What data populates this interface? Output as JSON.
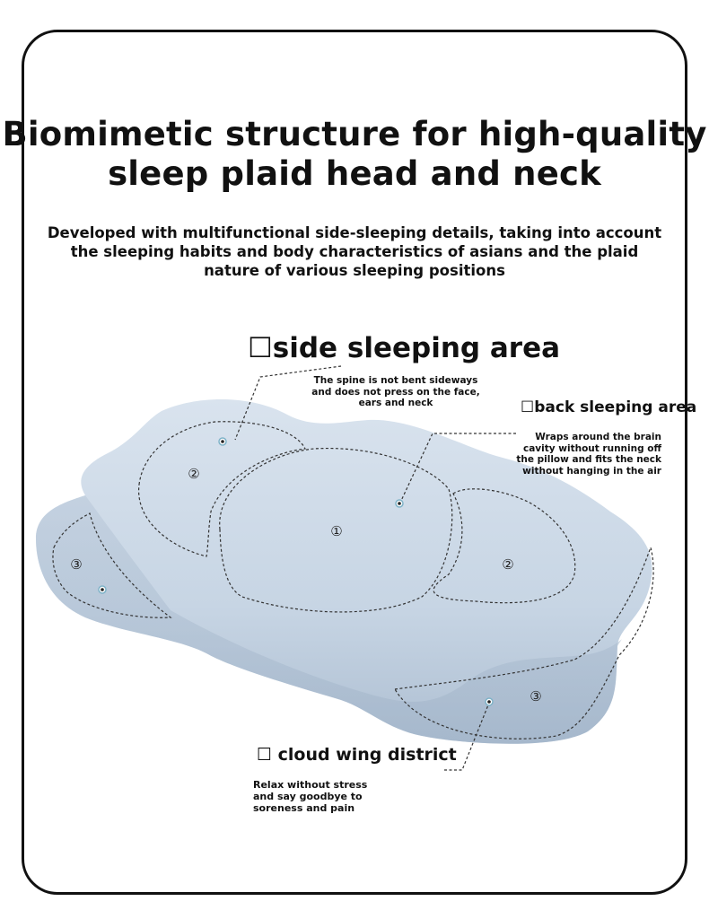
{
  "title": "Biomimetic structure for high-quality sleep plaid head and neck",
  "subtitle": "Developed with multifunctional side-sleeping details, taking into account the sleeping habits and body characteristics of asians and the plaid nature of various sleeping positions",
  "areas": {
    "side": {
      "label": "☐side sleeping area",
      "description": "The spine is not bent sideways and does not press on the face, ears and neck"
    },
    "back": {
      "label": "☐back sleeping area",
      "description": "Wraps around the brain cavity without running off the pillow and fits the neck without hanging in the air"
    },
    "cloud": {
      "label": "☐ cloud wing district",
      "description": "Relax without stress and say goodbye to soreness and pain"
    }
  },
  "zone_numbers": {
    "center": "①",
    "left_side": "②",
    "right_side": "②",
    "left_wing": "③",
    "right_wing": "③"
  },
  "colors": {
    "pillow": "#c9d6e4",
    "pillow_shadow": "#a8b8cb",
    "outline": "#111111",
    "dash": "#333333"
  }
}
